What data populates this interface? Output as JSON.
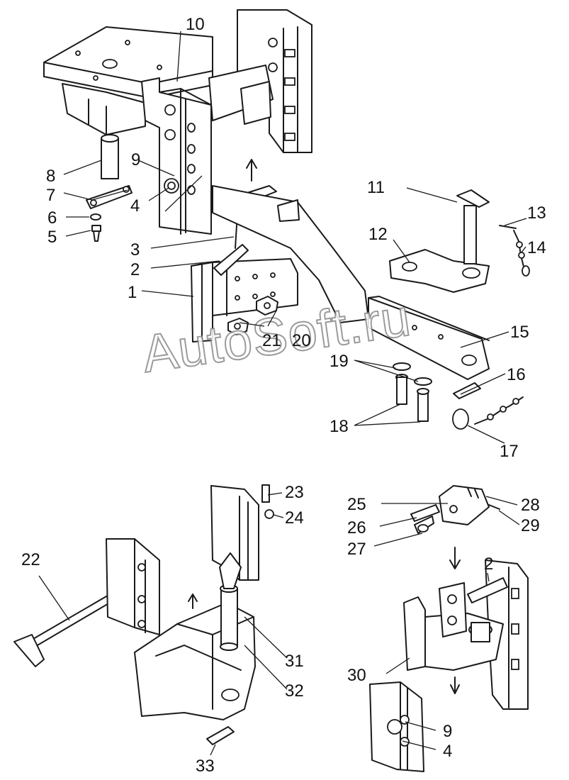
{
  "watermark": "AutoSoft.ru",
  "callouts": {
    "c1": "1",
    "c2": "2",
    "c3": "3",
    "c4": "4",
    "c5": "5",
    "c6": "6",
    "c7": "7",
    "c8": "8",
    "c9": "9",
    "c10": "10",
    "c11": "11",
    "c12": "12",
    "c13": "13",
    "c14": "14",
    "c15": "15",
    "c16": "16",
    "c17": "17",
    "c18": "18",
    "c19": "19",
    "c20": "20",
    "c21": "21",
    "c22": "22",
    "c23": "23",
    "c24": "24",
    "c25": "25",
    "c26": "26",
    "c27": "27",
    "c28": "28",
    "c29": "29",
    "c30": "30",
    "c31": "31",
    "c32": "32",
    "c33": "33",
    "c2b": "2",
    "c9b": "9",
    "c4b": "4"
  },
  "colors": {
    "ink": "#1a1a1a",
    "paper": "#ffffff",
    "watermark_outline": "#8a8a8a"
  }
}
